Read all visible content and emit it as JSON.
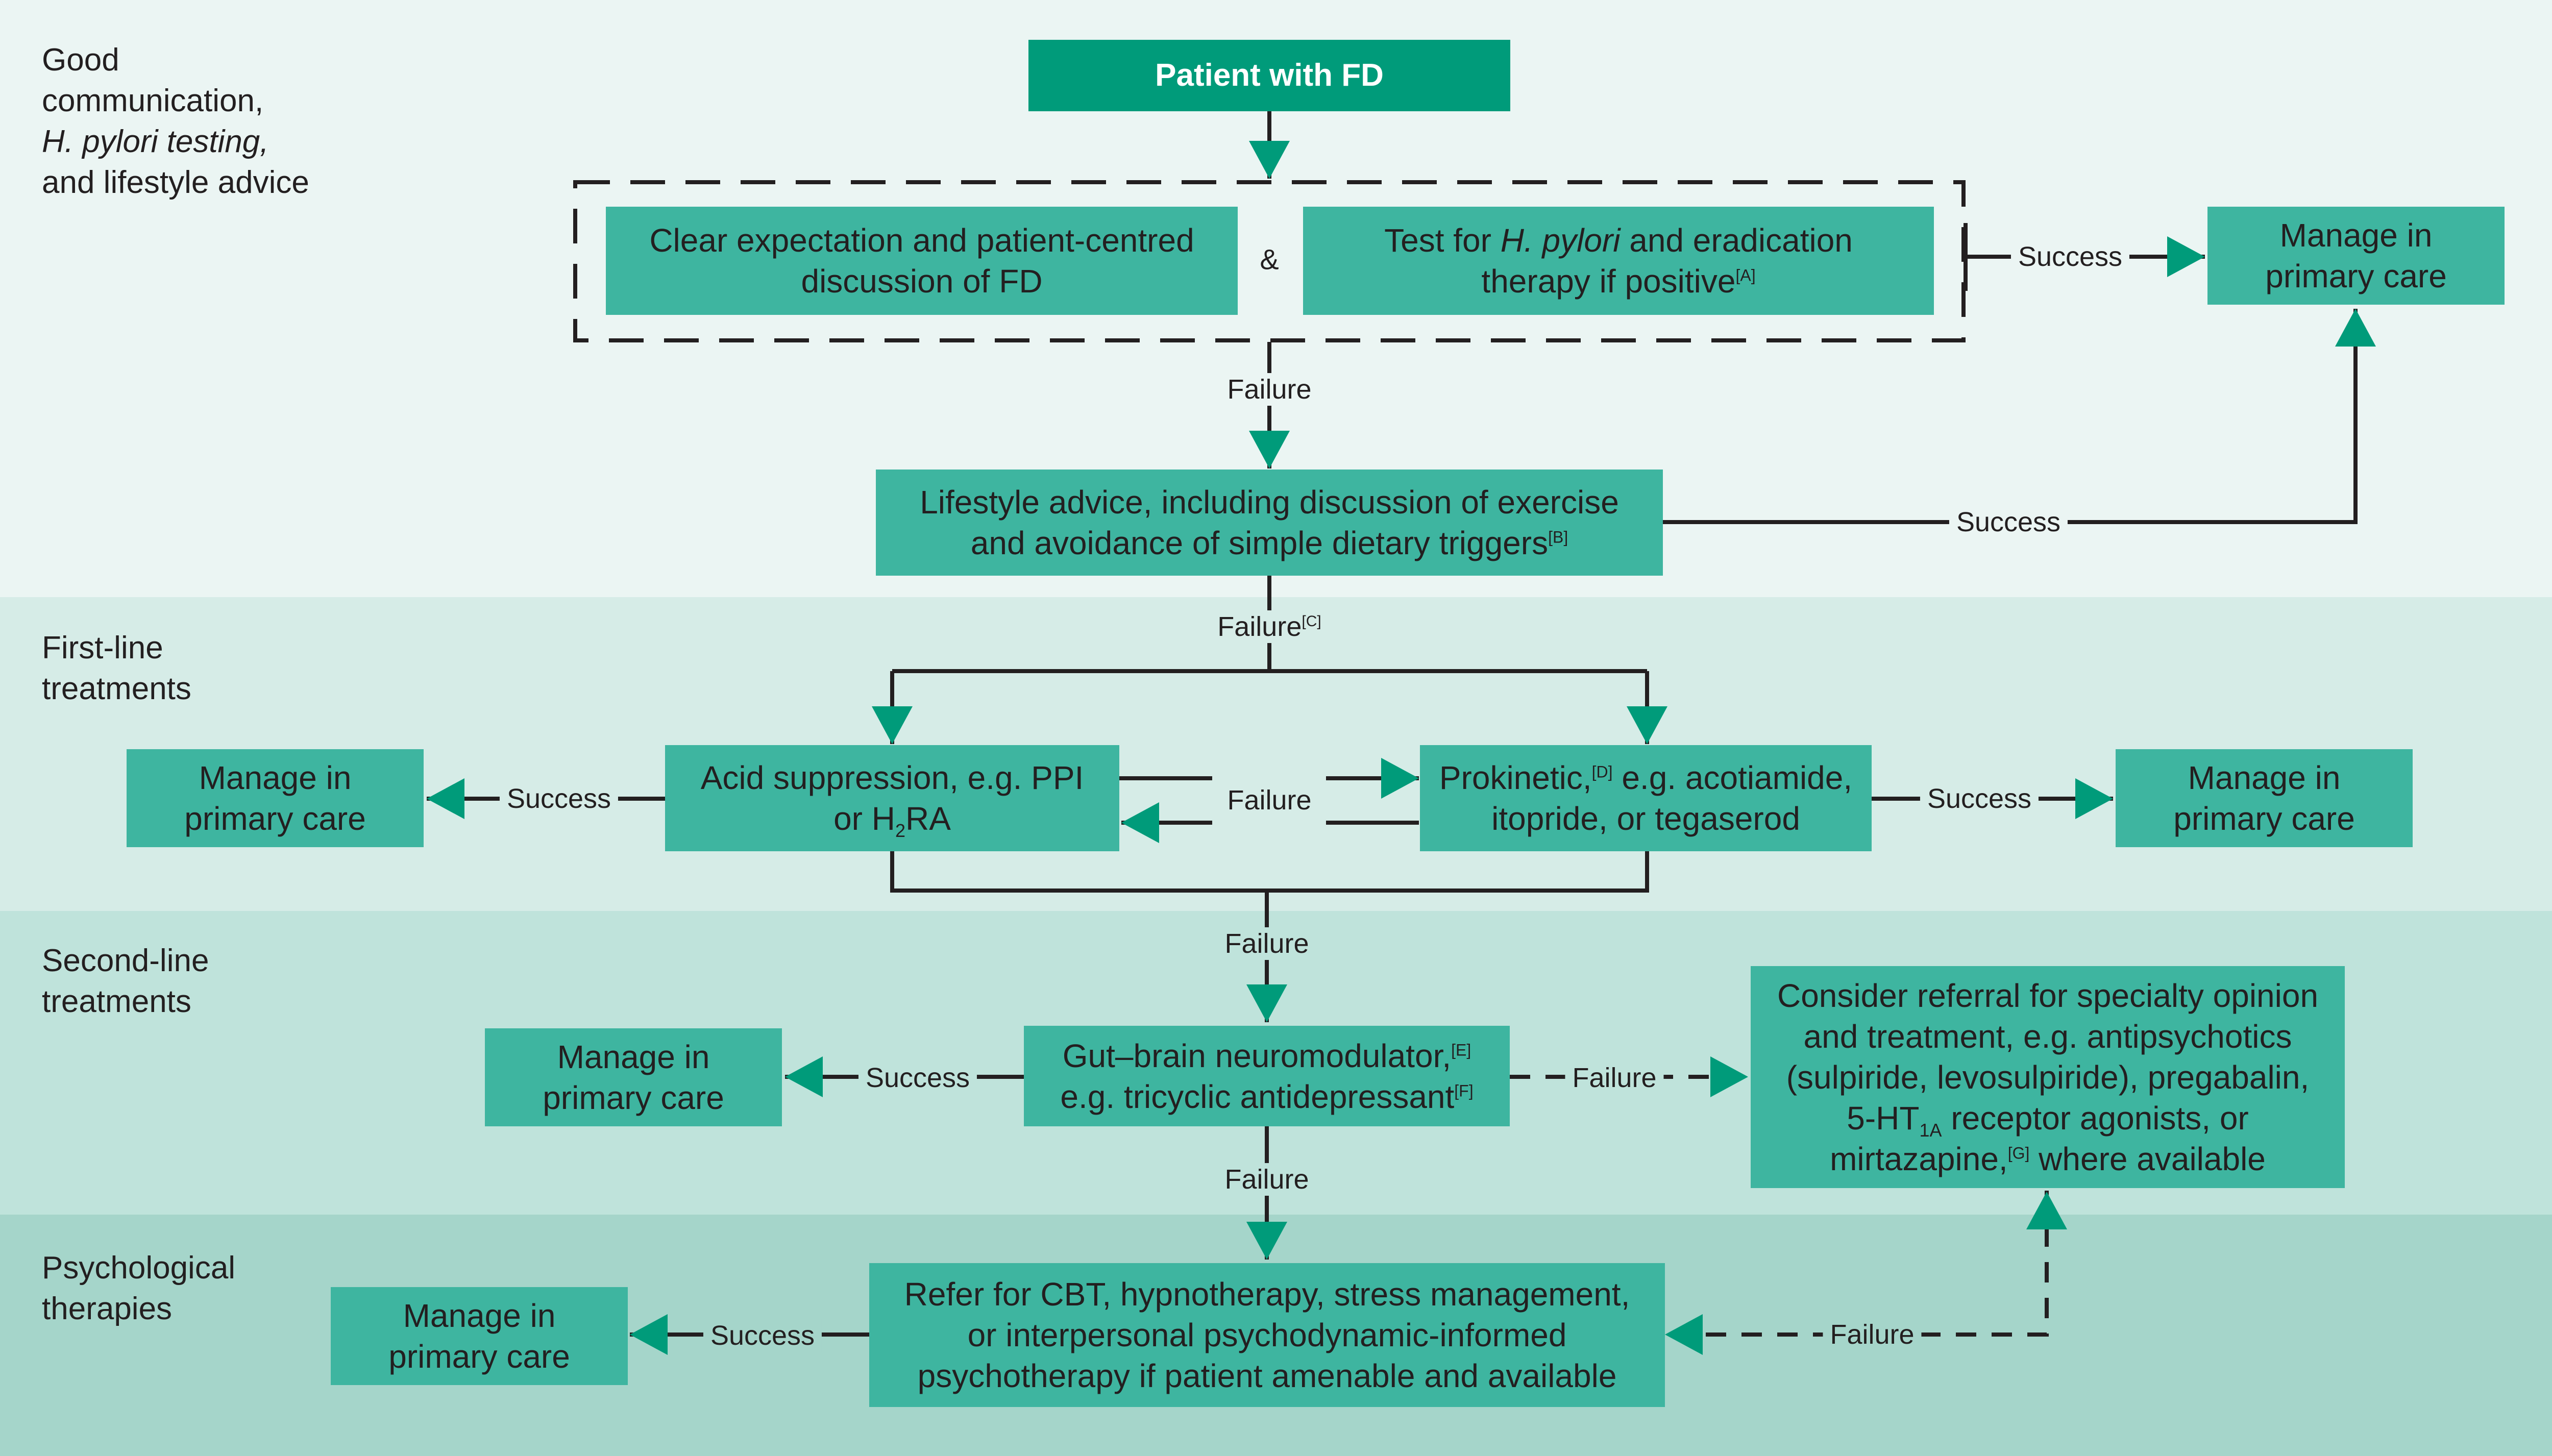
{
  "colors": {
    "band_1": "#ebf5f3",
    "band_2": "#d6ece7",
    "band_3": "#bfe3db",
    "band_4": "#a5d5ca",
    "box_fill": "#3eb5a0",
    "title_fill": "#009b7a",
    "arrow": "#009b7a",
    "line": "#231f20"
  },
  "bands": {
    "b1": [
      "Good",
      "communication,",
      "H. pylori testing,",
      "and lifestyle advice"
    ],
    "b2": [
      "First-line",
      "treatments"
    ],
    "b3": [
      "Second-line",
      "treatments"
    ],
    "b4": [
      "Psychological",
      "therapies"
    ]
  },
  "nodes": {
    "start": "Patient with FD",
    "clear": [
      "Clear expectation and patient-centred",
      "discussion of FD"
    ],
    "hp": {
      "l1_a": "Test for ",
      "l1_i": "H. pylori",
      "l1_b": " and eradication",
      "l2": "therapy if positive",
      "ref": "[A]"
    },
    "amp": "&",
    "manage": [
      "Manage in",
      "primary care"
    ],
    "lifestyle": {
      "l1": "Lifestyle advice, including discussion of exercise",
      "l2": "and avoidance of simple dietary triggers",
      "ref": "[B]"
    },
    "acid": {
      "l1": "Acid suppression, e.g. PPI",
      "l2_a": "or H",
      "l2_sub": "2",
      "l2_b": "RA"
    },
    "prokinetic": {
      "l1_a": "Prokinetic,",
      "ref": "[D]",
      "l1_b": " e.g. acotiamide,",
      "l2": "itopride, or tegaserod"
    },
    "gut": {
      "l1": "Gut–brain neuromodulator,",
      "ref1": "[E]",
      "l2": "e.g. tricyclic antidepressant",
      "ref2": "[F]"
    },
    "referral": {
      "l1": "Consider referral for specialty opinion",
      "l2": "and treatment, e.g. antipsychotics",
      "l3": "(sulpiride, levosulpiride), pregabalin,",
      "l4_a": "5-HT",
      "l4_sub": "1A",
      "l4_b": " receptor agonists, or",
      "l5_a": "mirtazapine,",
      "ref": "[G]",
      "l5_b": " where available"
    },
    "psych": [
      "Refer for CBT, hypnotherapy, stress management,",
      "or interpersonal psychodynamic-informed",
      "psychotherapy if patient amenable and available"
    ]
  },
  "edges": {
    "success": "Success",
    "failure": "Failure",
    "failure_ref": "[C]"
  }
}
